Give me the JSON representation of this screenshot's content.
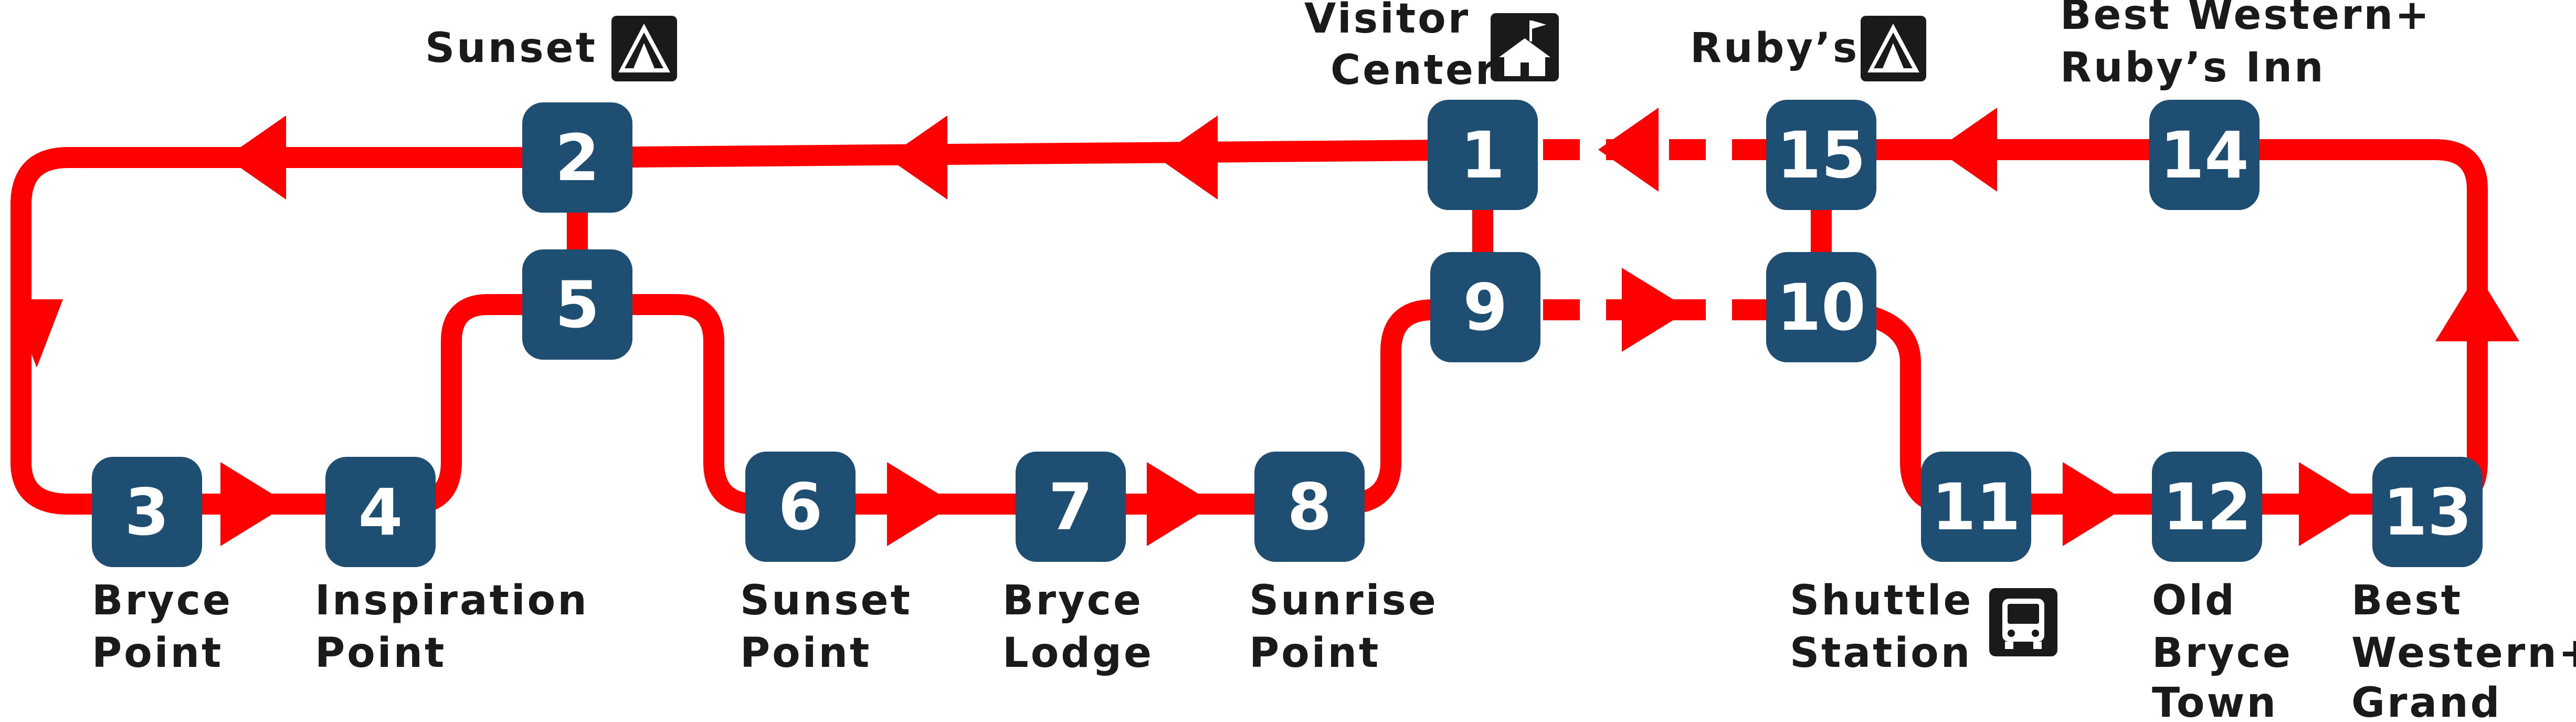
{
  "colors": {
    "route": "#ff0000",
    "stop": "#1f4e73",
    "stop_text": "#ffffff",
    "label": "#1a1a1a",
    "icon_bg": "#1a1a1a",
    "icon_fg": "#ffffff"
  },
  "stops": [
    {
      "id": "1",
      "number": "1",
      "name_lines": [
        "Visitor",
        "Center"
      ],
      "icon": "visitor-center-icon"
    },
    {
      "id": "2",
      "number": "2",
      "name_lines": [
        "Sunset"
      ],
      "icon": "campground-icon"
    },
    {
      "id": "3",
      "number": "3",
      "name_lines": [
        "Bryce",
        "Point"
      ]
    },
    {
      "id": "4",
      "number": "4",
      "name_lines": [
        "Inspiration",
        "Point"
      ]
    },
    {
      "id": "5",
      "number": "5",
      "name_lines": []
    },
    {
      "id": "6",
      "number": "6",
      "name_lines": [
        "Sunset",
        "Point"
      ]
    },
    {
      "id": "7",
      "number": "7",
      "name_lines": [
        "Bryce",
        "Lodge"
      ]
    },
    {
      "id": "8",
      "number": "8",
      "name_lines": [
        "Sunrise",
        "Point"
      ]
    },
    {
      "id": "9",
      "number": "9",
      "name_lines": []
    },
    {
      "id": "10",
      "number": "10",
      "name_lines": []
    },
    {
      "id": "11",
      "number": "11",
      "name_lines": [
        "Shuttle",
        "Station"
      ],
      "icon": "bus-icon"
    },
    {
      "id": "12",
      "number": "12",
      "name_lines": [
        "Old",
        "Bryce",
        "Town"
      ]
    },
    {
      "id": "13",
      "number": "13",
      "name_lines": [
        "Best",
        "Western+",
        "Grand"
      ]
    },
    {
      "id": "14",
      "number": "14",
      "name_lines": [
        "Best Western+",
        "Ruby’s Inn"
      ]
    },
    {
      "id": "15",
      "number": "15",
      "name_lines": [
        "Ruby’s"
      ],
      "icon": "campground-icon"
    }
  ]
}
